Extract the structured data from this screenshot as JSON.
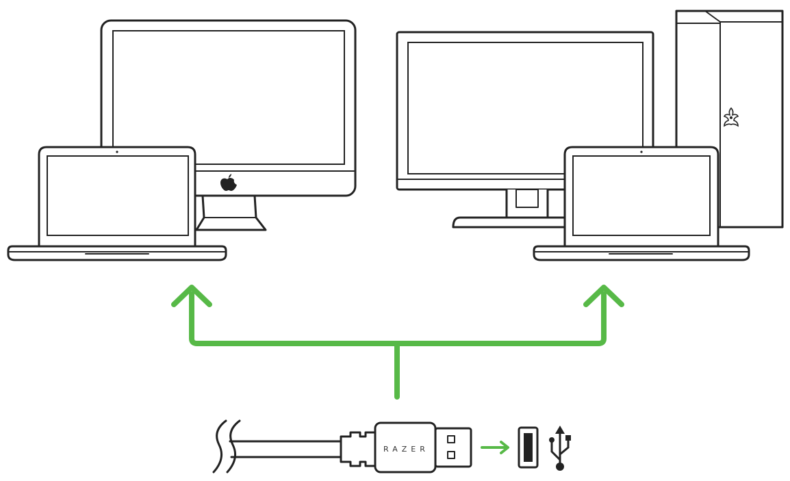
{
  "colors": {
    "line": "#222222",
    "accent": "#57b947",
    "background": "#ffffff"
  },
  "devices": [
    {
      "name": "imac-monitor",
      "icon": "imac-icon"
    },
    {
      "name": "laptop-left",
      "icon": "laptop-icon"
    },
    {
      "name": "pc-monitor",
      "icon": "monitor-icon"
    },
    {
      "name": "pc-tower",
      "icon": "pc-tower-icon"
    },
    {
      "name": "laptop-right",
      "icon": "laptop-icon"
    }
  ],
  "connector": {
    "brand_text": "RAZER",
    "plug_icon": "usb-a-plug-icon",
    "port_icon": "usb-port-icon",
    "symbol_icon": "usb-symbol-icon"
  },
  "logos": {
    "apple": "apple-logo-icon",
    "razer": "razer-logo-icon"
  }
}
